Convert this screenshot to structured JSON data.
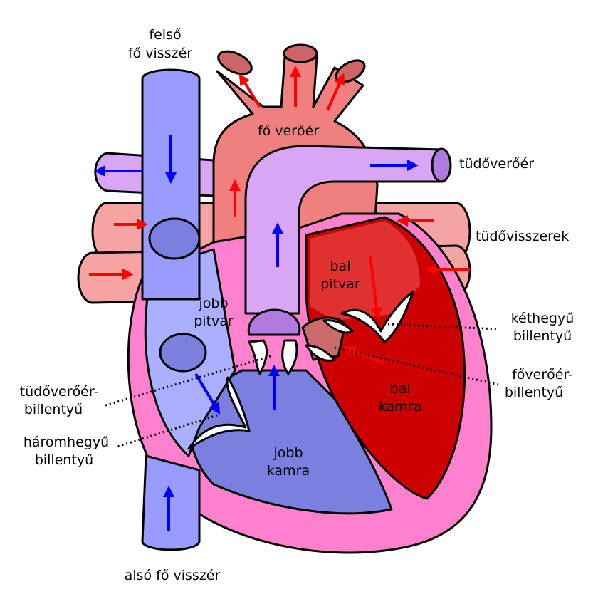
{
  "labels": {
    "superior_vena_cava": [
      "felső",
      "fő visszér"
    ],
    "aorta": "fő verőér",
    "pulmonary_artery": "tüdőverőér",
    "pulmonary_veins": "tüdővisszerek",
    "left_atrium": [
      "bal",
      "pitvar"
    ],
    "right_atrium": [
      "jobb",
      "pitvar"
    ],
    "mitral_valve": [
      "kéthegyű",
      "billentyű"
    ],
    "aortic_valve": [
      "főverőér-",
      "billentyű"
    ],
    "left_ventricle": [
      "bal",
      "kamra"
    ],
    "pulmonary_valve": [
      "tüdőverőér-",
      "billentyű"
    ],
    "tricuspid_valve": [
      "háromhegyű",
      "billentyű"
    ],
    "right_ventricle": [
      "jobb",
      "kamra"
    ],
    "inferior_vena_cava": "alsó fő visszér"
  },
  "colors": {
    "deoxygenated": "#9a9bff",
    "deoxy_dark": "#7a7fe0",
    "oxygenated": "#f08080",
    "oxy_dark": "#cc0000",
    "pulmonary_artery": "#d9a6f5",
    "muscle": "#ff80cc",
    "arrow_blue": "#0000ff",
    "arrow_red": "#ff0000"
  }
}
